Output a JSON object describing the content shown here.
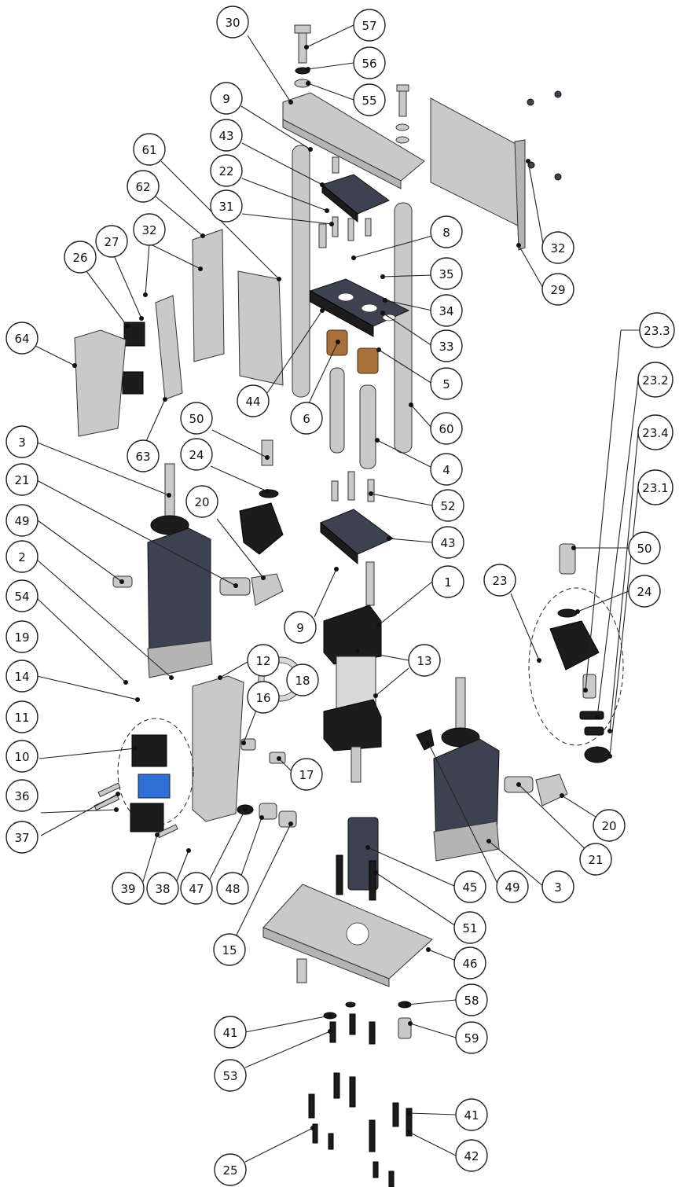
{
  "diagram": {
    "callouts": {
      "c30": "30",
      "c57": "57",
      "c56": "56",
      "c55": "55",
      "c9a": "9",
      "c43a": "43",
      "c22": "22",
      "c31": "31",
      "c61": "61",
      "c62": "62",
      "c32a": "32",
      "c27": "27",
      "c26": "26",
      "c64": "64",
      "c63": "63",
      "c8": "8",
      "c35": "35",
      "c34": "34",
      "c33": "33",
      "c5": "5",
      "c6": "6",
      "c44": "44",
      "c60": "60",
      "c4": "4",
      "c32b": "32",
      "c29": "29",
      "c50a": "50",
      "c24a": "24",
      "c3a": "3",
      "c21a": "21",
      "c20a": "20",
      "c49a": "49",
      "c52": "52",
      "c43b": "43",
      "c1": "1",
      "c9b": "9",
      "c13": "13",
      "c2": "2",
      "c54": "54",
      "c19": "19",
      "c14": "14",
      "c11": "11",
      "c10": "10",
      "c36": "36",
      "c37": "37",
      "c12": "12",
      "c16": "16",
      "c18": "18",
      "c17": "17",
      "c39": "39",
      "c38": "38",
      "c47": "47",
      "c48": "48",
      "c15": "15",
      "c45": "45",
      "c49b": "49",
      "c3b": "3",
      "c51": "51",
      "c46": "46",
      "c50b": "50",
      "c24b": "24",
      "c23": "23",
      "c23_3": "23.3",
      "c23_2": "23.2",
      "c23_4": "23.4",
      "c23_1": "23.1",
      "c20b": "20",
      "c21b": "21",
      "c58": "58",
      "c41a": "41",
      "c59": "59",
      "c53": "53",
      "c41b": "41",
      "c42": "42",
      "c25": "25"
    }
  }
}
